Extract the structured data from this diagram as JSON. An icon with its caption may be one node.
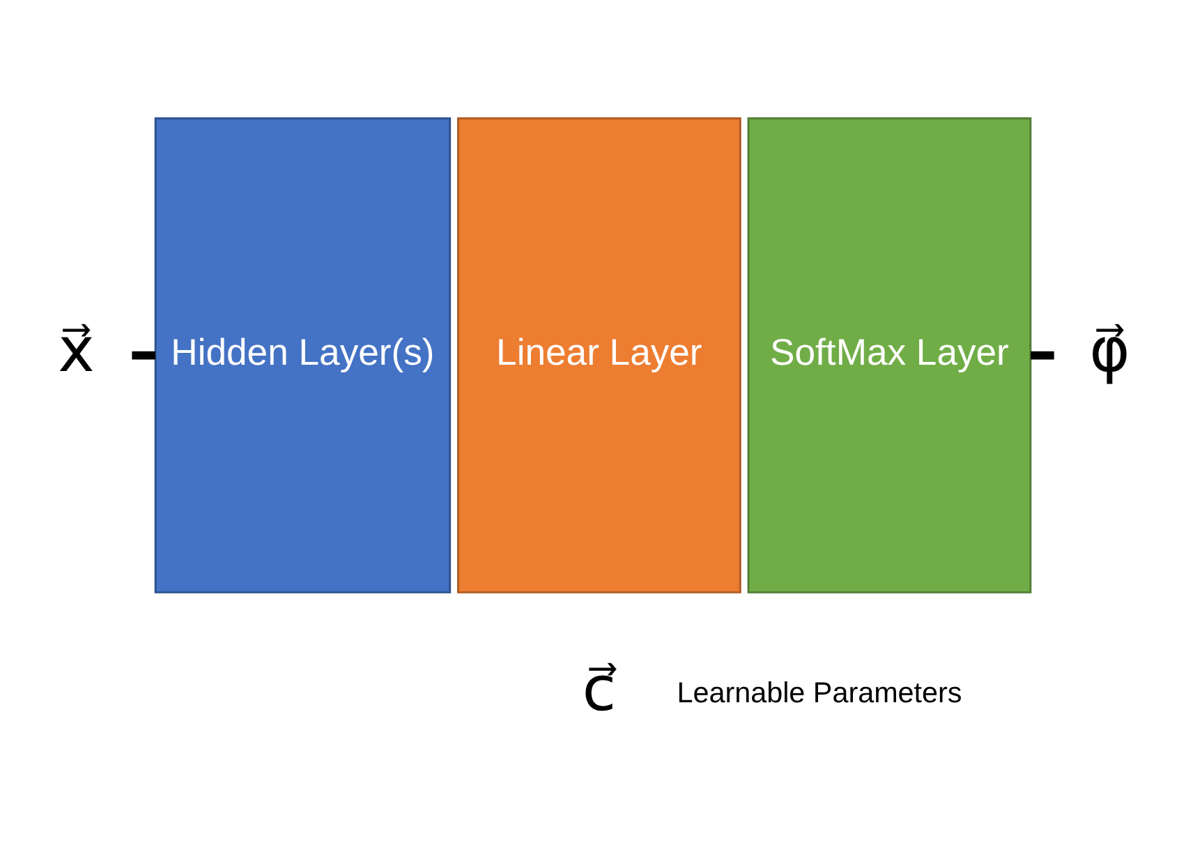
{
  "diagram": {
    "nodes": [
      {
        "text": [
          "x⃗"
        ]
      },
      {
        "text": [
          "Hidden Layer(s)"
        ]
      },
      {
        "text": [
          "Linear Layer"
        ]
      },
      {
        "text": [
          "SoftMax Layer"
        ]
      },
      {
        "text": [
          "φ⃗"
        ]
      }
    ],
    "edges": [
      {
        "from": 0,
        "to": 1,
        "arrow": "none"
      },
      {
        "from": 3,
        "to": 4,
        "arrow": "none"
      }
    ],
    "labels": [
      "c⃗",
      "Learnable Parameters"
    ]
  }
}
